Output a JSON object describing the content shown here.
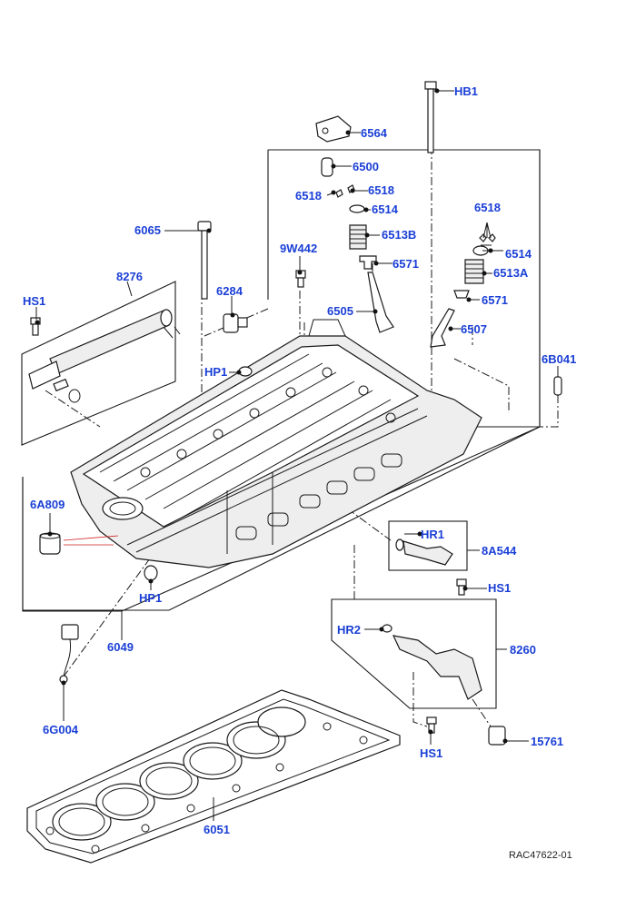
{
  "diagram": {
    "reference": "RAC47622-01",
    "callouts": {
      "hb1": "HB1",
      "p6564": "6564",
      "p6500": "6500",
      "p6518a": "6518",
      "p6518b": "6518",
      "p6514a": "6514",
      "p6518c": "6518",
      "p6065": "6065",
      "p9w442": "9W442",
      "p6513b": "6513B",
      "p6514b": "6514",
      "p6571a": "6571",
      "p8276": "8276",
      "p6513a": "6513A",
      "p6284": "6284",
      "hs1a": "HS1",
      "p6571b": "6571",
      "p6505": "6505",
      "p6507": "6507",
      "p6b041": "6B041",
      "hp1a": "HP1",
      "p6a809": "6A809",
      "hr1": "HR1",
      "p8a544": "8A544",
      "hp1b": "HP1",
      "hs1b": "HS1",
      "p6049": "6049",
      "hr2": "HR2",
      "p8260": "8260",
      "p6g004": "6G004",
      "p15761": "15761",
      "hs1c": "HS1",
      "p6051": "6051"
    }
  },
  "colors": {
    "label": "#1a3fd6",
    "line": "#1a1a1a",
    "reference_text": "#222222"
  }
}
